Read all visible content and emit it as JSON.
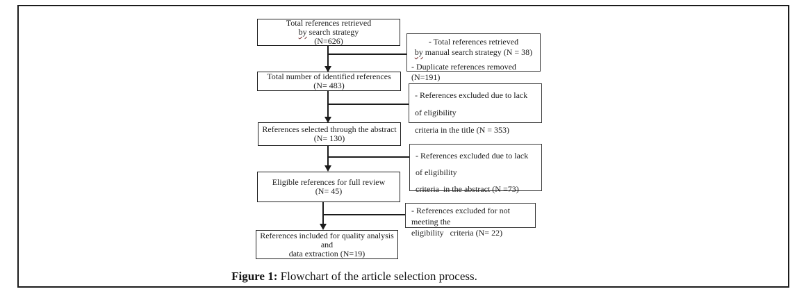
{
  "colors": {
    "line": "#1b1b1b",
    "box_border": "#1f1f1f",
    "text": "#1a1a1a",
    "wavy_underline": "#6e2a2a"
  },
  "main_boxes": [
    {
      "id": "total-references-retrieved",
      "line1": "Total references retrieved",
      "line2_underlined": "by",
      "line2_rest": " search strategy",
      "line3": "(N=626)"
    },
    {
      "id": "identified-references",
      "line1": "Total number of identified references",
      "line2": "(N= 483)"
    },
    {
      "id": "selected-through-abstract",
      "line1": "References selected through the abstract",
      "line2": "(N= 130)"
    },
    {
      "id": "eligible-full-review",
      "line1": "Eligible references for full review",
      "line2": "(N= 45)"
    },
    {
      "id": "included-quality-analysis",
      "line1": "References included for quality analysis and",
      "line2": "data extraction (N=19)"
    }
  ],
  "side_boxes": [
    {
      "id": "manual-search-and-duplicates",
      "line1": "- Total references retrieved",
      "line2_underlined": "by",
      "line2_rest": " manual search strategy (N = 38)",
      "line3": "- Duplicate references removed (N=191)"
    },
    {
      "id": "excluded-title",
      "line1": "- References excluded due to lack of eligibility",
      "line2": "criteria in the title (N = 353)"
    },
    {
      "id": "excluded-abstract",
      "line1": "- References excluded due to lack of eligibility",
      "line2": "criteria  in the abstract (N =73)"
    },
    {
      "id": "excluded-eligibility",
      "line1": "- References excluded for not meeting the",
      "line2": "eligibility   criteria (N= 22)"
    }
  ],
  "caption": {
    "label": "Figure 1:",
    "text": " Flowchart of the article selection process."
  }
}
